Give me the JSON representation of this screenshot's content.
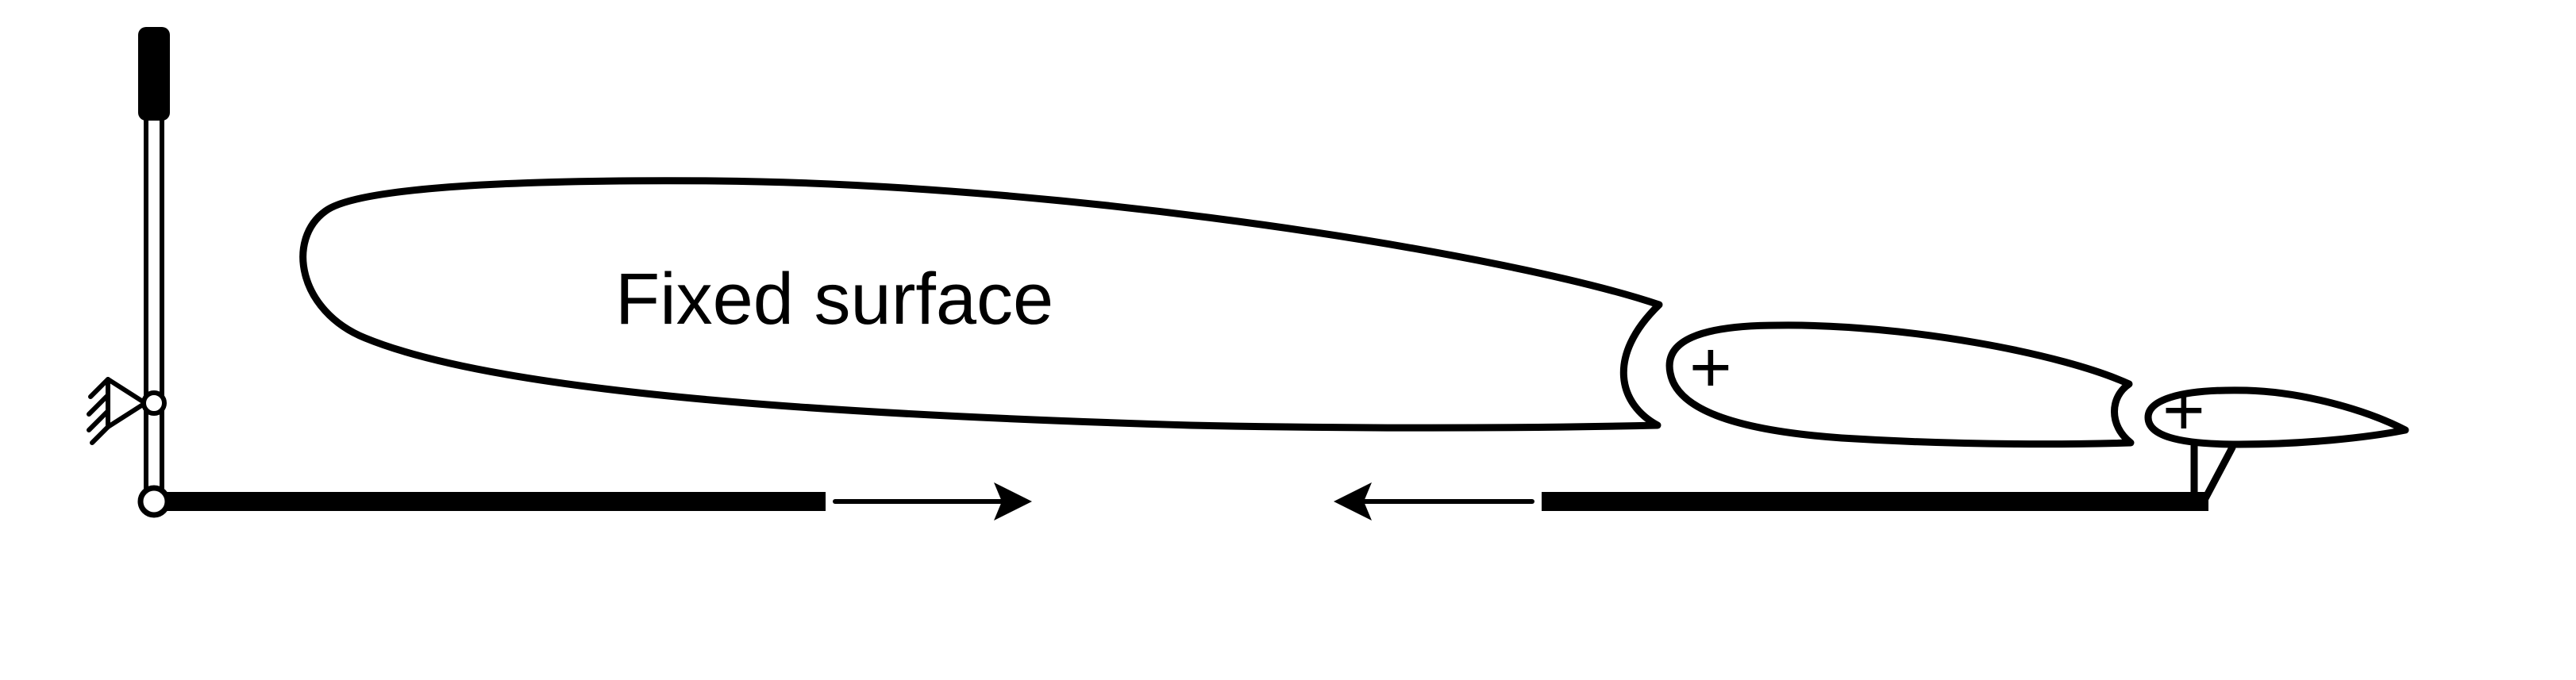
{
  "diagram": {
    "main_label": "Fixed surface",
    "hinge_symbol": "+",
    "colors": {
      "line": "#000000",
      "background": "#ffffff"
    },
    "parts": [
      "control-stick",
      "pivot-ground-icon",
      "push-rod-left",
      "push-rod-right",
      "fixed-surface",
      "aileron",
      "tab",
      "arrow-right-icon",
      "arrow-left-icon"
    ]
  }
}
